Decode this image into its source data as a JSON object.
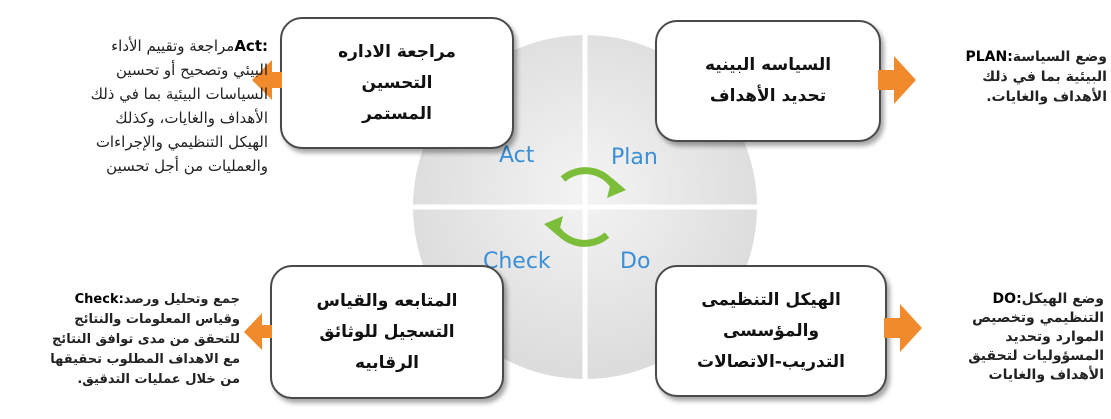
{
  "cycle": {
    "act": "Act",
    "plan": "Plan",
    "check": "Check",
    "do": "Do",
    "colors": {
      "disc": "#e8e8e8",
      "divider": "#ffffff",
      "text": "#3a8fd6",
      "arrow": "#7cbd3a"
    }
  },
  "boxes": {
    "act": {
      "lines": [
        "مراجعة الاداره",
        "التحسين",
        "المستمر"
      ]
    },
    "plan": {
      "lines": [
        "السياسه البينيه",
        "تحديد الأهداف"
      ]
    },
    "check": {
      "lines": [
        "المتابعه والقياس",
        "التسجيل للوثائق",
        "الرقابيه"
      ]
    },
    "do": {
      "lines": [
        "الهيكل التنظيمى",
        "والمؤسسى",
        "التدريب-الاتصالات"
      ]
    }
  },
  "arrow_color": "#f08a2c",
  "descriptions": {
    "act": {
      "keyword": "Act",
      "lines": [
        "مراجعة وتقييم الأداء",
        "البيئي وتصحيح أو تحسين",
        "السياسات البيئية بما في ذلك",
        "الأهداف والغايات، وكذلك",
        "الهيكل التنظيمي والإجراءات",
        "والعمليات من أجل تحسين"
      ]
    },
    "plan": {
      "keyword": "PLAN",
      "lines": [
        "وضع السياسة",
        "البيئية بما في ذلك",
        "الأهداف والغايات."
      ]
    },
    "check": {
      "keyword": "Check",
      "lines": [
        "جمع وتحليل ورصد",
        "وقياس المعلومات والنتائج",
        "للتحقق من مدى توافق النتائج",
        "مع الاهداف المطلوب تحقيقها",
        "من خلال عمليات التدقيق."
      ]
    },
    "do": {
      "keyword": "DO",
      "lines": [
        "وضع الهيكل",
        "التنظيمي وتخصيص",
        "الموارد وتحديد",
        "المسؤوليات لتحقيق",
        "الأهداف والغايات"
      ]
    }
  }
}
